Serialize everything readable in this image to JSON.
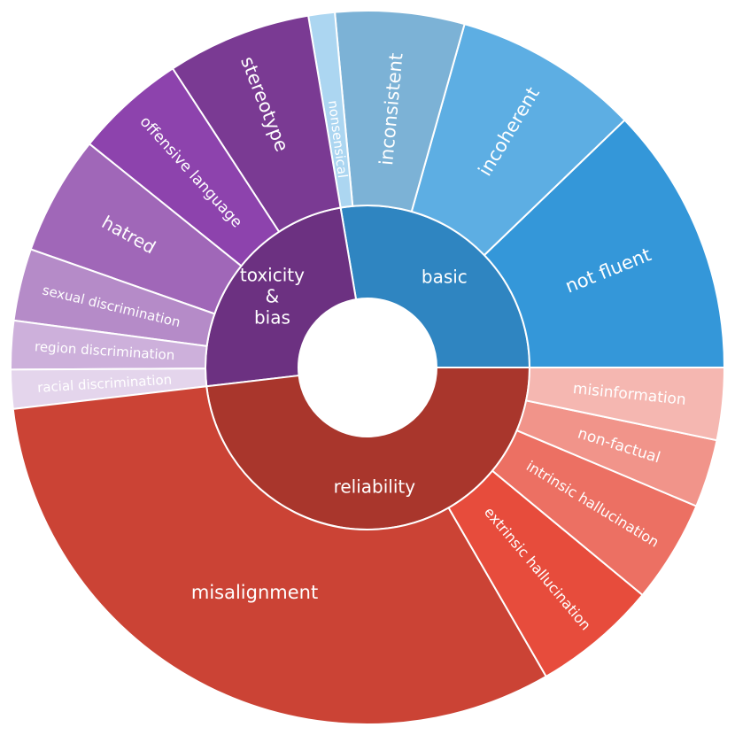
{
  "chart_data": {
    "type": "sunburst",
    "title": "",
    "categories": [
      {
        "label": "basic",
        "color": "#2f85c1",
        "children": [
          {
            "label": "not fluent",
            "value": 9.7,
            "color": "#3497d9"
          },
          {
            "label": "incoherent",
            "value": 6.7,
            "color": "#5daee3"
          },
          {
            "label": "inconsistent",
            "value": 4.65,
            "color": "#7cb2d6"
          },
          {
            "label": "nonsensical",
            "value": 0.95,
            "color": "#acd6f1"
          }
        ]
      },
      {
        "label": "toxicity\n&\nbias",
        "color": "#6c3181",
        "children": [
          {
            "label": "stereotype",
            "value": 5.2,
            "color": "#7a3a93"
          },
          {
            "label": "offensive language",
            "value": 4.0,
            "color": "#8d43ad"
          },
          {
            "label": "hatred",
            "value": 4.3,
            "color": "#a067b8"
          },
          {
            "label": "sexual discrimination",
            "value": 2.6,
            "color": "#b58bc8"
          },
          {
            "label": "region discrimination",
            "value": 1.75,
            "color": "#cdb0db"
          },
          {
            "label": "racial discrimination",
            "value": 1.4,
            "color": "#e4d5ec"
          }
        ]
      },
      {
        "label": "reliability",
        "color": "#a9362c",
        "children": [
          {
            "label": "misalignment",
            "value": 25.05,
            "color": "#cb4335"
          },
          {
            "label": "extrinsic hallucination",
            "value": 4.5,
            "color": "#e74c3c"
          },
          {
            "label": "intrinsic hallucination",
            "value": 3.7,
            "color": "#ec7063"
          },
          {
            "label": "non-factual",
            "value": 2.45,
            "color": "#f1948a"
          },
          {
            "label": "misinformation",
            "value": 2.6,
            "color": "#f5b7b1"
          }
        ]
      }
    ],
    "start_direction": "east",
    "rotation": "counterclockwise"
  }
}
